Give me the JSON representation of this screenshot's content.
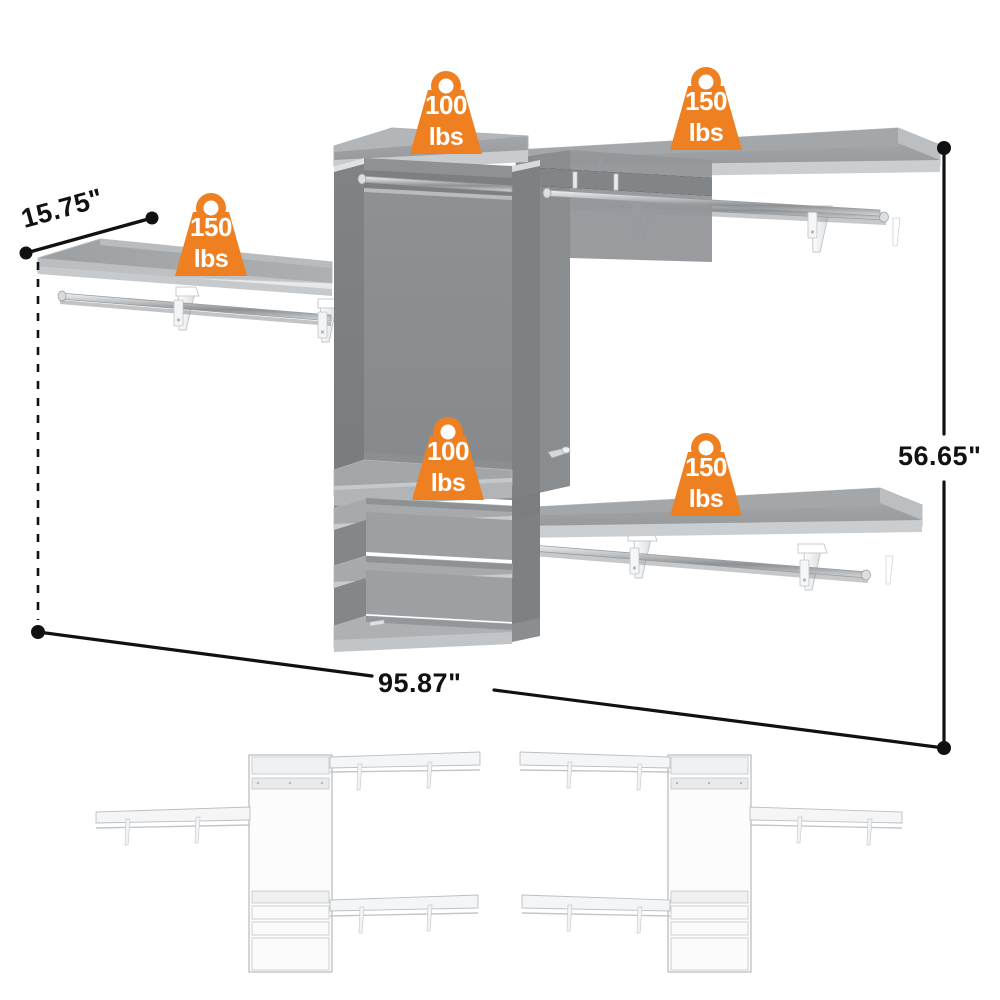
{
  "product": {
    "type": "closet-organizer-system",
    "finish_color": "#9a9da0",
    "accent_color": "#ef8022"
  },
  "dimensions": {
    "width": "95.87\"",
    "height": "56.65\"",
    "depth": "15.75\""
  },
  "weight_badges": [
    {
      "id": "top-center",
      "value": "100",
      "unit": "lbs"
    },
    {
      "id": "top-right",
      "value": "150",
      "unit": "lbs"
    },
    {
      "id": "left",
      "value": "150",
      "unit": "lbs"
    },
    {
      "id": "mid-center",
      "value": "100",
      "unit": "lbs"
    },
    {
      "id": "mid-right",
      "value": "150",
      "unit": "lbs"
    }
  ],
  "thumbnails": [
    {
      "id": "layout-a",
      "label": ""
    },
    {
      "id": "layout-b",
      "label": ""
    }
  ]
}
